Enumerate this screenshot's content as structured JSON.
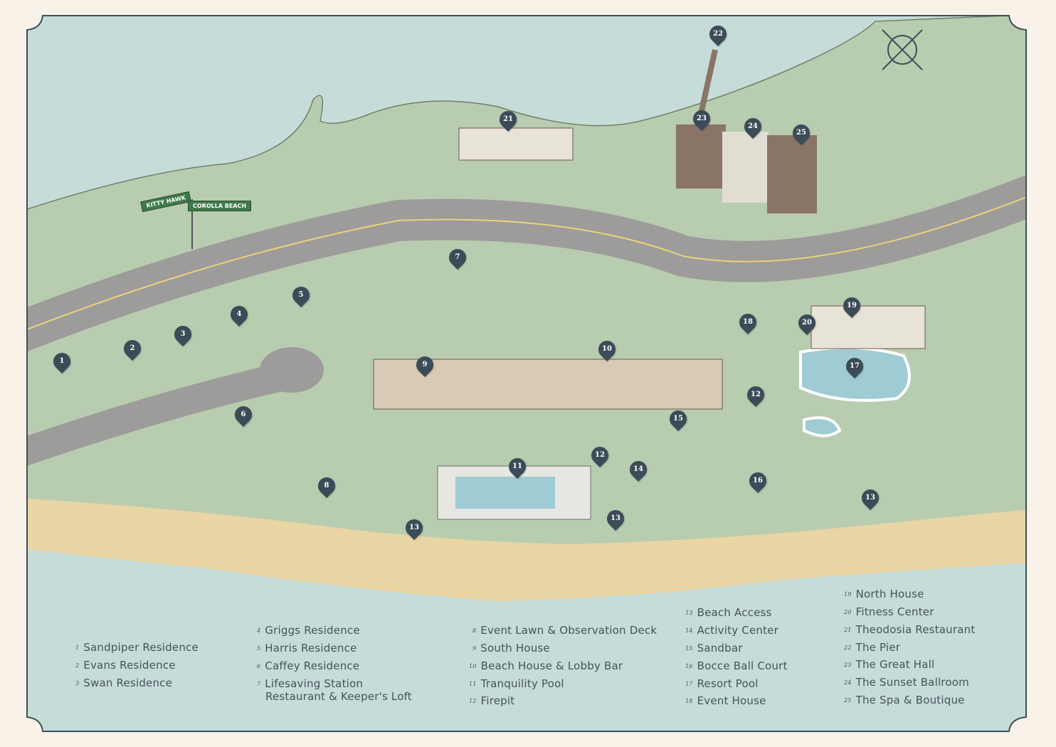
{
  "signs": {
    "kitty_hawk": "KITTY HAWK",
    "corolla_beach": "COROLLA BEACH"
  },
  "markers": [
    "1",
    "2",
    "3",
    "4",
    "5",
    "6",
    "7",
    "8",
    "9",
    "10",
    "11",
    "12",
    "12",
    "13",
    "13",
    "13",
    "14",
    "15",
    "16",
    "17",
    "18",
    "19",
    "20",
    "21",
    "22",
    "23",
    "24",
    "25"
  ],
  "legend": [
    {
      "num": "1",
      "label": "Sandpiper Residence"
    },
    {
      "num": "2",
      "label": "Evans Residence"
    },
    {
      "num": "3",
      "label": "Swan Residence"
    },
    {
      "num": "4",
      "label": "Griggs Residence"
    },
    {
      "num": "5",
      "label": "Harris Residence"
    },
    {
      "num": "6",
      "label": "Caffey Residence"
    },
    {
      "num": "7",
      "label": "Lifesaving Station",
      "label2": "Restaurant & Keeper's Loft"
    },
    {
      "num": "8",
      "label": "Event Lawn & Observation Deck"
    },
    {
      "num": "9",
      "label": "South House"
    },
    {
      "num": "10",
      "label": "Beach House & Lobby Bar"
    },
    {
      "num": "11",
      "label": "Tranquility Pool"
    },
    {
      "num": "12",
      "label": "Firepit"
    },
    {
      "num": "13",
      "label": "Beach Access"
    },
    {
      "num": "14",
      "label": "Activity Center"
    },
    {
      "num": "15",
      "label": "Sandbar"
    },
    {
      "num": "16",
      "label": "Bocce Ball Court"
    },
    {
      "num": "17",
      "label": "Resort Pool"
    },
    {
      "num": "18",
      "label": "Event House"
    },
    {
      "num": "19",
      "label": "North House"
    },
    {
      "num": "20",
      "label": "Fitness Center"
    },
    {
      "num": "21",
      "label": "Theodosia Restaurant"
    },
    {
      "num": "22",
      "label": "The Pier"
    },
    {
      "num": "23",
      "label": "The Great Hall"
    },
    {
      "num": "24",
      "label": "The Sunset Ballroom"
    },
    {
      "num": "25",
      "label": "The Spa & Boutique"
    }
  ],
  "colors": {
    "water": "#c6dcd8",
    "land": "#b8ccb0",
    "road": "#9d9c9a",
    "sand": "#ead5a5",
    "pin": "#3b4b57",
    "frame": "#3d4f57"
  }
}
